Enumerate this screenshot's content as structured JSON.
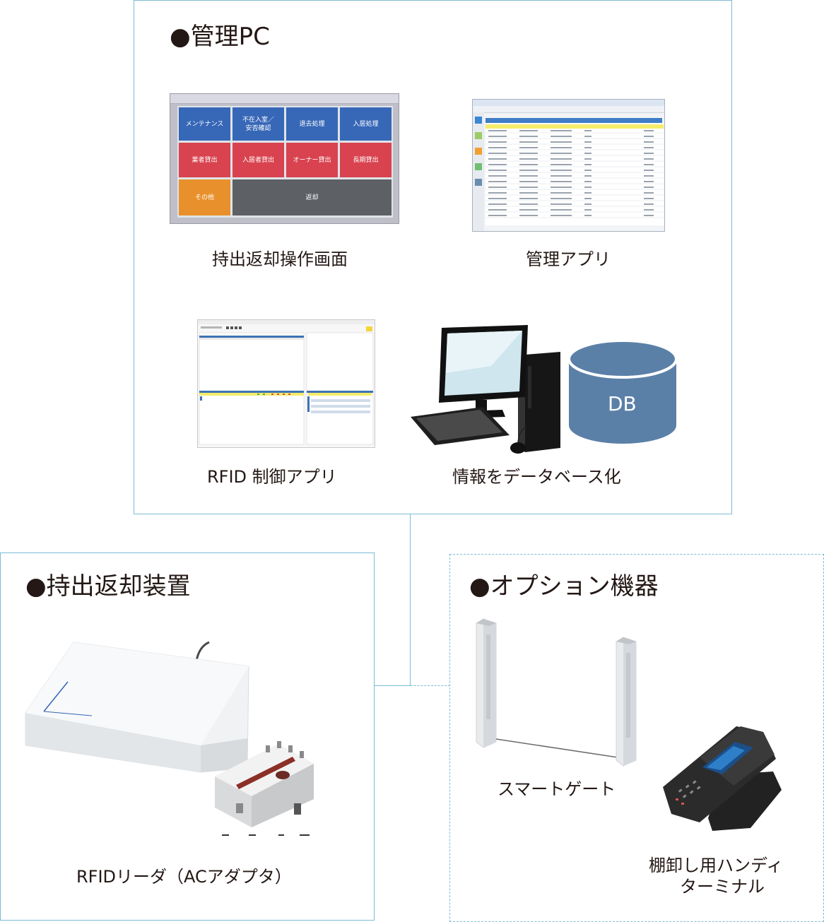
{
  "management_pc": {
    "title": "●管理PC",
    "captions": {
      "touch_screen": "持出返却操作画面",
      "management_app": "管理アプリ",
      "rfid_control_app": "RFID 制御アプリ",
      "database": "情報をデータベース化"
    },
    "touch_screen_buttons": [
      {
        "label": "メンテナンス",
        "color": "#3767b7"
      },
      {
        "label": "不在入室／\n安否確認",
        "color": "#3767b7"
      },
      {
        "label": "退去処理",
        "color": "#3767b7"
      },
      {
        "label": "入居処理",
        "color": "#3767b7"
      },
      {
        "label": "業者貸出",
        "color": "#d8434f"
      },
      {
        "label": "入居者貸出",
        "color": "#d8434f"
      },
      {
        "label": "オーナー貸出",
        "color": "#d8434f"
      },
      {
        "label": "長期貸出",
        "color": "#d8434f"
      },
      {
        "label": "その他",
        "color": "#e8912c"
      },
      {
        "label": "返却",
        "color": "#5d6166"
      }
    ],
    "db_label": "DB"
  },
  "checkout_device": {
    "title": "●持出返却装置",
    "caption": "RFIDリーダ（ACアダプタ）"
  },
  "optional_devices": {
    "title": "●オプション機器",
    "captions": {
      "smart_gate": "スマートゲート",
      "handy_terminal_line1": "棚卸し用ハンディ",
      "handy_terminal_line2": "ターミナル"
    }
  },
  "colors": {
    "panel_border": "#7bbcd6",
    "db_fill": "#5b80a8",
    "text": "#231815"
  }
}
